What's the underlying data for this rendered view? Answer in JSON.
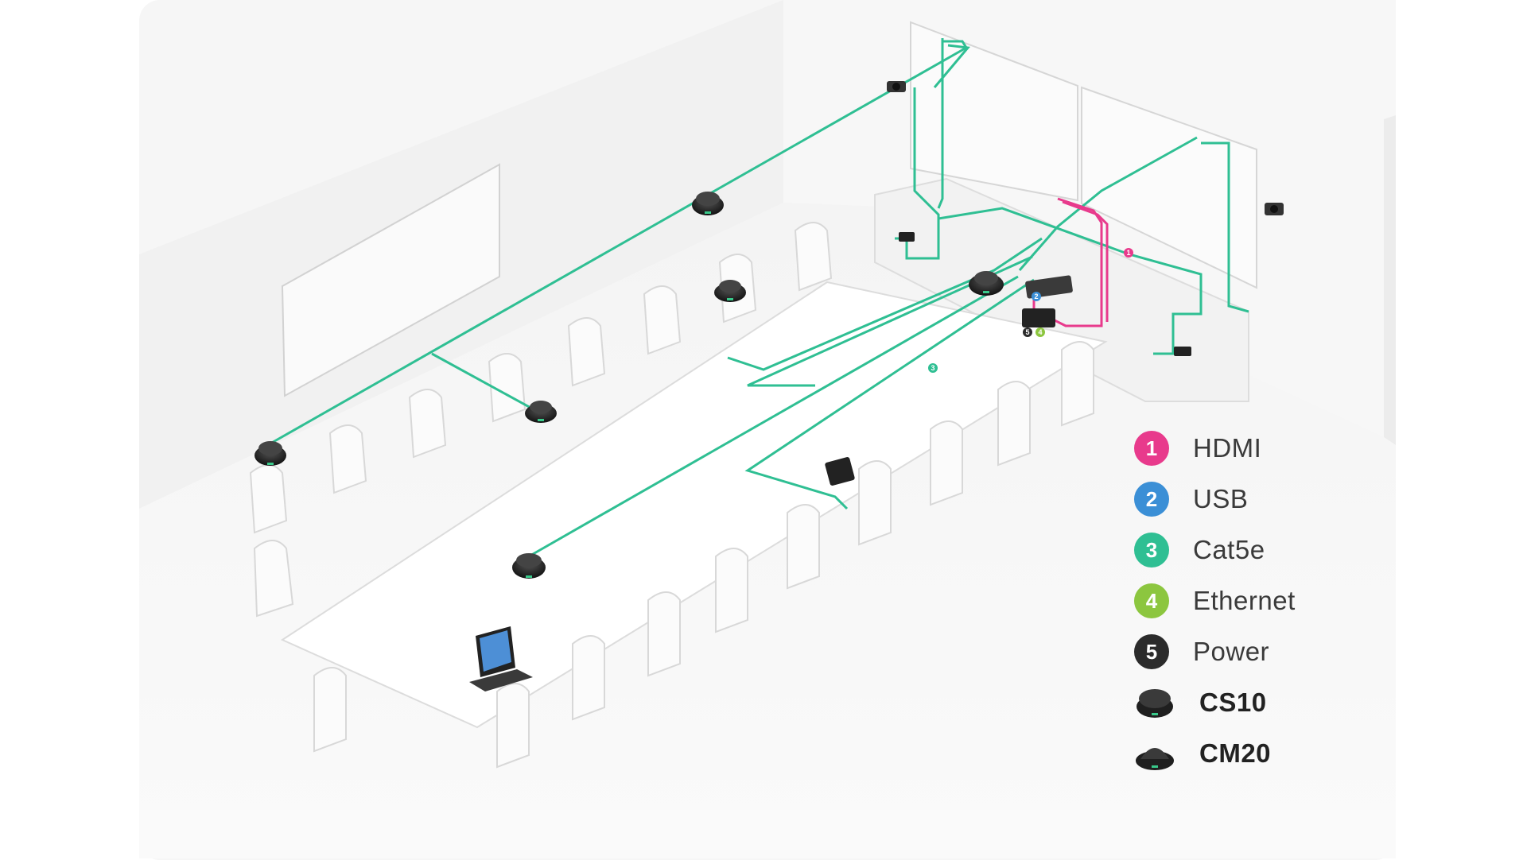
{
  "colors": {
    "hdmi": "#e83a8c",
    "usb": "#3b8fd6",
    "cat5e": "#2fbf93",
    "ethernet": "#8cc63f",
    "power": "#2b2b2b",
    "device": "#1f1f1f",
    "device_led": "#39c98a",
    "cable_green": "#2fbf93",
    "cable_pink": "#e83a8c",
    "room_wall": "#efefef",
    "furniture": "#fbfbfb"
  },
  "legend": {
    "connections": [
      {
        "number": "1",
        "label": "HDMI",
        "color": "#e83a8c"
      },
      {
        "number": "2",
        "label": "USB",
        "color": "#3b8fd6"
      },
      {
        "number": "3",
        "label": "Cat5e",
        "color": "#2fbf93"
      },
      {
        "number": "4",
        "label": "Ethernet",
        "color": "#8cc63f"
      },
      {
        "number": "5",
        "label": "Power",
        "color": "#2b2b2b"
      }
    ],
    "devices": [
      {
        "label": "CS10",
        "icon": "cs10-speakerphone-icon"
      },
      {
        "label": "CM20",
        "icon": "cm20-microphone-icon"
      }
    ]
  },
  "scene_badges": {
    "hdmi_cable": "1",
    "usb_port": "2",
    "cat5e_cable": "3",
    "ethernet_port": "4",
    "power_port": "5"
  }
}
